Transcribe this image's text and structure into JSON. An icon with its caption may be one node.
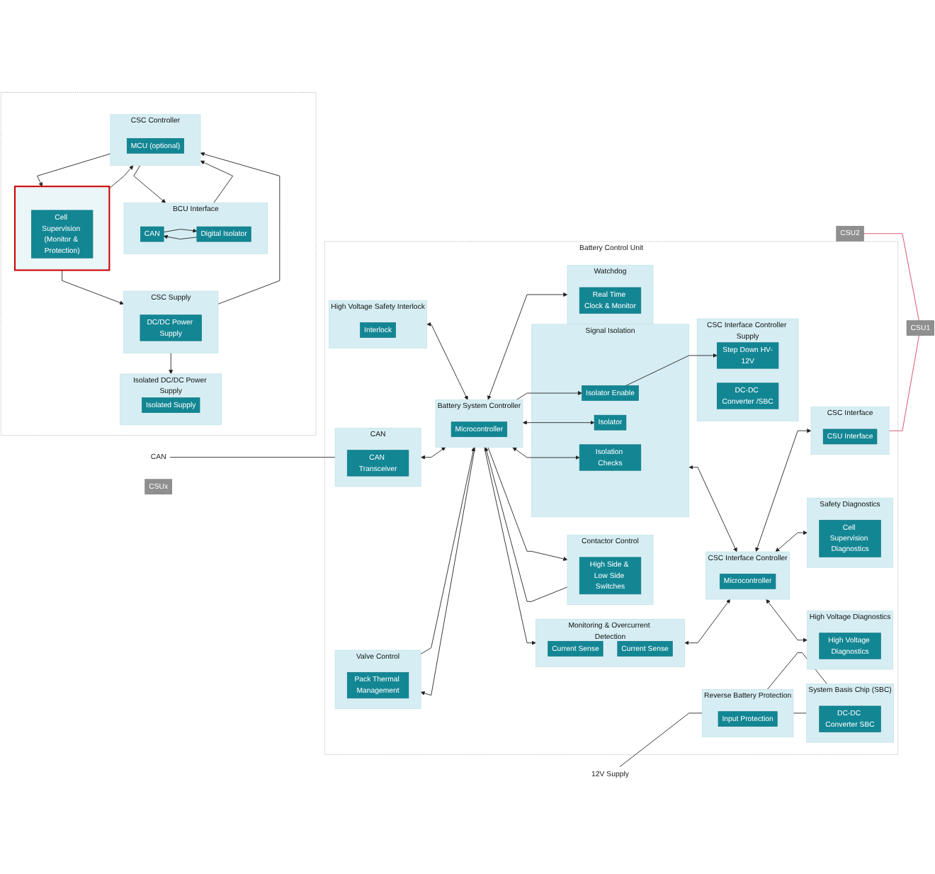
{
  "diagram": {
    "nodes": [
      {
        "text": [
          "12V Supply"
        ]
      },
      {
        "text": [
          "Battery Control Unit"
        ]
      },
      {
        "text": [
          "Reverse Battery Protection"
        ],
        "in": 1
      },
      {
        "text": [
          "Input Protection"
        ],
        "in": 2
      },
      {
        "text": [
          "Contactor Control"
        ],
        "in": 1
      },
      {
        "text": [
          "High Side & Low Side Switches"
        ],
        "in": 4
      },
      {
        "text": [
          "Monitoring & Overcurrent Detection"
        ],
        "in": 1
      },
      {
        "text": [
          "Current Sense"
        ],
        "in": 6
      },
      {
        "text": [
          "Current Sense"
        ],
        "in": 6
      },
      {
        "text": [
          "CSC Interface Controller Supply"
        ],
        "in": 1
      },
      {
        "text": [
          "Step Down HV-12V"
        ],
        "in": 9
      },
      {
        "text": [
          "DC-DC Converter /SBC"
        ],
        "in": 9
      },
      {
        "text": [
          "System Basis Chip (SBC)"
        ],
        "in": 1
      },
      {
        "text": [
          "DC-DC Converter SBC"
        ],
        "in": 12
      },
      {
        "text": [
          "Battery System Controller"
        ],
        "in": 1
      },
      {
        "text": [
          "Microcontroller"
        ],
        "in": 14
      },
      {
        "text": [
          "Signal Isolation"
        ],
        "in": 1
      },
      {
        "text": [
          "Isolator Enable"
        ],
        "in": 16
      },
      {
        "text": [
          "Isolator"
        ],
        "in": 16
      },
      {
        "text": [
          "Isolation Checks"
        ],
        "in": 16
      },
      {
        "text": [
          "CSC Interface Controller"
        ],
        "in": 1
      },
      {
        "text": [
          "Microcontroller"
        ],
        "in": 20
      },
      {
        "text": [
          "High Voltage Diagnostics"
        ],
        "in": 1
      },
      {
        "text": [
          "High Voltage Diagnostics"
        ],
        "in": 22
      },
      {
        "text": [
          "High Voltage Safety Interlock"
        ],
        "in": 1
      },
      {
        "text": [
          "Interlock"
        ],
        "in": 24
      },
      {
        "text": [
          "CAN"
        ],
        "in": 1
      },
      {
        "text": [
          "CAN Transceiver"
        ],
        "in": 26
      },
      {
        "text": [
          "CAN"
        ]
      },
      {
        "text": [
          "Valve Control"
        ],
        "in": 1
      },
      {
        "text": [
          "Pack Thermal Management"
        ],
        "in": 29
      },
      {
        "text": [
          "Watchdog"
        ],
        "in": 1
      },
      {
        "text": [
          "Real Time Clock & Monitor"
        ],
        "in": 31
      },
      {
        "text": [
          "Safety Diagnostics"
        ],
        "in": 1
      },
      {
        "text": [
          "Cell Supervision Diagnostics"
        ],
        "in": 33
      },
      {
        "text": [
          "CSC Interface"
        ],
        "in": 1
      },
      {
        "text": [
          "CSU Interface"
        ],
        "in": 35
      },
      {
        "text": [
          "CSUx"
        ]
      },
      {
        "text": [
          "CSU2"
        ]
      },
      {
        "text": [
          "CSU1"
        ]
      },
      {
        "text": [],
        "shape": "box"
      },
      {
        "text": [
          "Isolated DC/DC Power Supply"
        ],
        "in": 40
      },
      {
        "text": [
          "Isolated Supply"
        ],
        "in": 41
      },
      {
        "text": [
          "CSC Supply"
        ],
        "in": 40
      },
      {
        "text": [
          "DC/DC Power Supply"
        ],
        "in": 43
      },
      {
        "text": [],
        "shape": "box",
        "in": 40
      },
      {
        "text": [
          "Cell Supervision (Monitor & Protection)"
        ],
        "in": 45
      },
      {
        "text": [
          "BCU Interface"
        ],
        "in": 40
      },
      {
        "text": [
          "CAN"
        ],
        "in": 47
      },
      {
        "text": [
          "Digital Isolator"
        ],
        "in": 47
      },
      {
        "text": [
          "CSC Controller"
        ],
        "in": 40
      },
      {
        "text": [
          "MCU (optional)"
        ],
        "in": 50
      }
    ],
    "edges": [
      {
        "from": 0,
        "to": 2,
        "arrow": "none"
      },
      {
        "from": 2,
        "to": 12,
        "arrow": "none"
      },
      {
        "from": 2,
        "to": 12,
        "arrow": "none"
      },
      {
        "from": 4,
        "to": 14,
        "arrow": "to"
      },
      {
        "from": 14,
        "to": 4,
        "arrow": "to"
      },
      {
        "from": 14,
        "to": 6,
        "arrow": "to"
      },
      {
        "from": 14,
        "to": 17,
        "arrow": "to"
      },
      {
        "from": 14,
        "to": 18,
        "arrow": "both"
      },
      {
        "from": 14,
        "to": 19,
        "arrow": "both"
      },
      {
        "from": 14,
        "to": 31,
        "arrow": "both"
      },
      {
        "from": 24,
        "to": 14,
        "arrow": "both"
      },
      {
        "from": 26,
        "to": 14,
        "arrow": "both"
      },
      {
        "from": 14,
        "to": 29,
        "arrow": "to"
      },
      {
        "from": 29,
        "to": 14,
        "arrow": "to"
      },
      {
        "from": 16,
        "to": 20,
        "arrow": "both"
      },
      {
        "from": 17,
        "to": 10,
        "arrow": "to"
      },
      {
        "from": 6,
        "to": 20,
        "arrow": "both"
      },
      {
        "from": 20,
        "to": 22,
        "arrow": "both"
      },
      {
        "from": 20,
        "to": 35,
        "arrow": "both"
      },
      {
        "from": 20,
        "to": 33,
        "arrow": "both"
      },
      {
        "from": 28,
        "to": 26,
        "arrow": "none"
      },
      {
        "from": 35,
        "to": 39,
        "arrow": "none",
        "color": "#d04060"
      },
      {
        "from": 38,
        "to": 39,
        "arrow": "none",
        "color": "#d04060"
      },
      {
        "from": 43,
        "to": 41,
        "arrow": "to"
      },
      {
        "from": 45,
        "to": 43,
        "arrow": "to"
      },
      {
        "from": 43,
        "to": 50,
        "arrow": "to"
      },
      {
        "from": 48,
        "to": 49,
        "arrow": "to"
      },
      {
        "from": 49,
        "to": 48,
        "arrow": "to"
      },
      {
        "from": 47,
        "to": 50,
        "arrow": "to"
      },
      {
        "from": 50,
        "to": 47,
        "arrow": "to"
      },
      {
        "from": 50,
        "to": 45,
        "arrow": "to"
      },
      {
        "from": 45,
        "to": 50,
        "arrow": "to"
      }
    ]
  }
}
